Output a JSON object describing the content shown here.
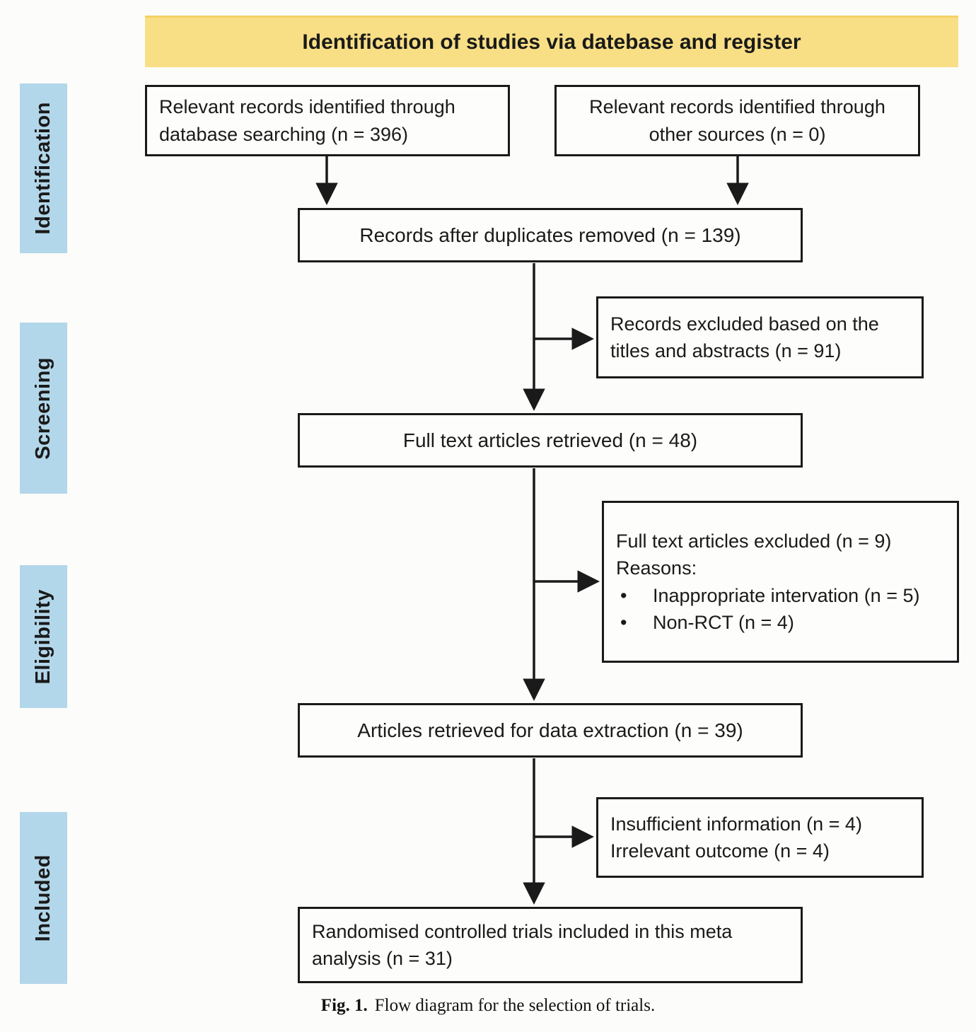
{
  "colors": {
    "header_bg": "#F8DF85",
    "stage_bg": "#B3D7EA",
    "ink": "#1a1a1a"
  },
  "header": {
    "title": "Identification of studies via datebase and register"
  },
  "stages": [
    {
      "label": "Identification"
    },
    {
      "label": "Screening"
    },
    {
      "label": "Eligibility"
    },
    {
      "label": "Included"
    }
  ],
  "boxes": {
    "db_search": {
      "line1": "Relevant records identified through",
      "line2": "database searching (n = 396)"
    },
    "other_sources": {
      "line1": "Relevant records identified through",
      "line2": "other sources (n = 0)"
    },
    "duplicates_removed": {
      "text": "Records after duplicates removed (n = 139)"
    },
    "excluded_titles": {
      "line1": "Records excluded based on the",
      "line2": "titles and abstracts (n = 91)"
    },
    "full_text_retrieved": {
      "text": "Full text articles retrieved (n = 48)"
    },
    "full_text_excluded": {
      "title": "Full text articles excluded (n = 9)",
      "reasons_label": "Reasons:",
      "bullets": [
        "Inappropriate intervation (n = 5)",
        "Non-RCT (n = 4)"
      ]
    },
    "data_extraction": {
      "text": "Articles retrieved for data extraction (n = 39)"
    },
    "insufficient_info": {
      "line1": "Insufficient information (n = 4)",
      "line2": "Irrelevant outcome (n = 4)"
    },
    "included_trials": {
      "line1": "Randomised controlled trials included in this meta",
      "line2": "analysis (n = 31)"
    }
  },
  "caption": {
    "prefix": "Fig. 1.",
    "text": "Flow diagram for the selection of trials."
  }
}
